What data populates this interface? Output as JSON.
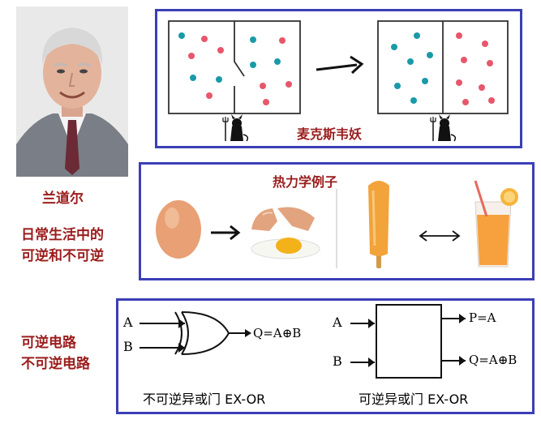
{
  "person": {
    "name": "兰道尔"
  },
  "left_labels": {
    "everyday_line1": "日常生活中的",
    "everyday_line2": "可逆和不可逆",
    "circuit_line1": "可逆电路",
    "circuit_line2": "不可逆电路"
  },
  "maxwell_panel": {
    "caption": "麦克斯韦妖"
  },
  "thermo_panel": {
    "title": "热力学例子"
  },
  "circuit_panel": {
    "irreversible": {
      "input_a": "A",
      "input_b": "B",
      "output": "Q=A⊕B",
      "caption": "不可逆异或门 EX-OR"
    },
    "reversible": {
      "input_a": "A",
      "input_b": "B",
      "output_p": "P=A",
      "output_q": "Q=A⊕B",
      "caption": "可逆异或门 EX-OR"
    }
  },
  "colors": {
    "frame": "#3b3fb5",
    "label_red": "#9b1c1c",
    "particle_red": "#e8566b",
    "particle_teal": "#1a9aa8"
  }
}
